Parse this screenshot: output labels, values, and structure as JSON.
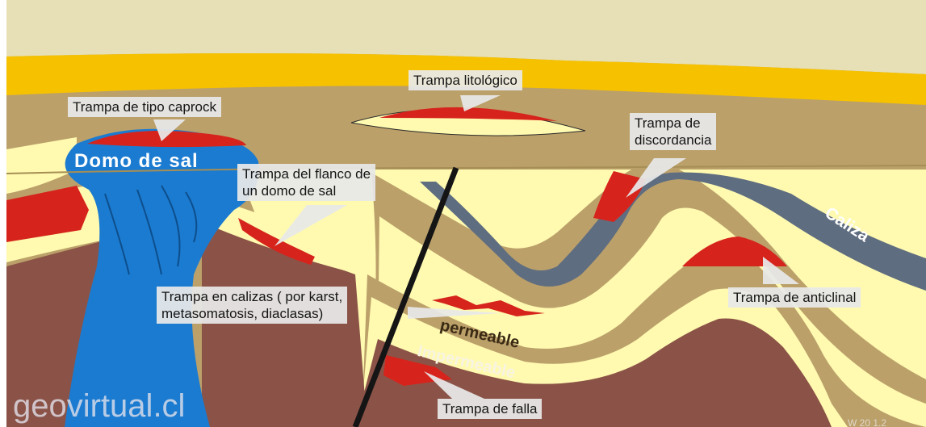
{
  "diagram": {
    "labels": {
      "domo_de_sal": "Domo de sal",
      "caliza": "Caliza",
      "permeable": "permeable",
      "impermeable": "Impermeable"
    },
    "callouts": {
      "caprock": "Trampa de tipo caprock",
      "litologico": "Trampa litológico",
      "discordancia": [
        "Trampa de",
        "discordancia"
      ],
      "flanco": [
        "Trampa del flanco de",
        "un domo de sal"
      ],
      "calizas": [
        "Trampa en calizas ( por karst,",
        "metasomatosis, diaclasas)"
      ],
      "anticlinal": "Trampa de anticlinal",
      "falla": "Trampa de falla"
    },
    "watermark": "geovirtual.cl",
    "corner_mark": "W 20 1.2",
    "colors": {
      "surface": "#e7e0b6",
      "yellow_band": "#f6c200",
      "tan": "#bba06a",
      "cream": "#fffab0",
      "brown": "#8b5347",
      "salt_dome": "#1b7bd0",
      "caliza": "#5f6d80",
      "trap_red": "#d6241c",
      "fault": "#151515"
    }
  }
}
